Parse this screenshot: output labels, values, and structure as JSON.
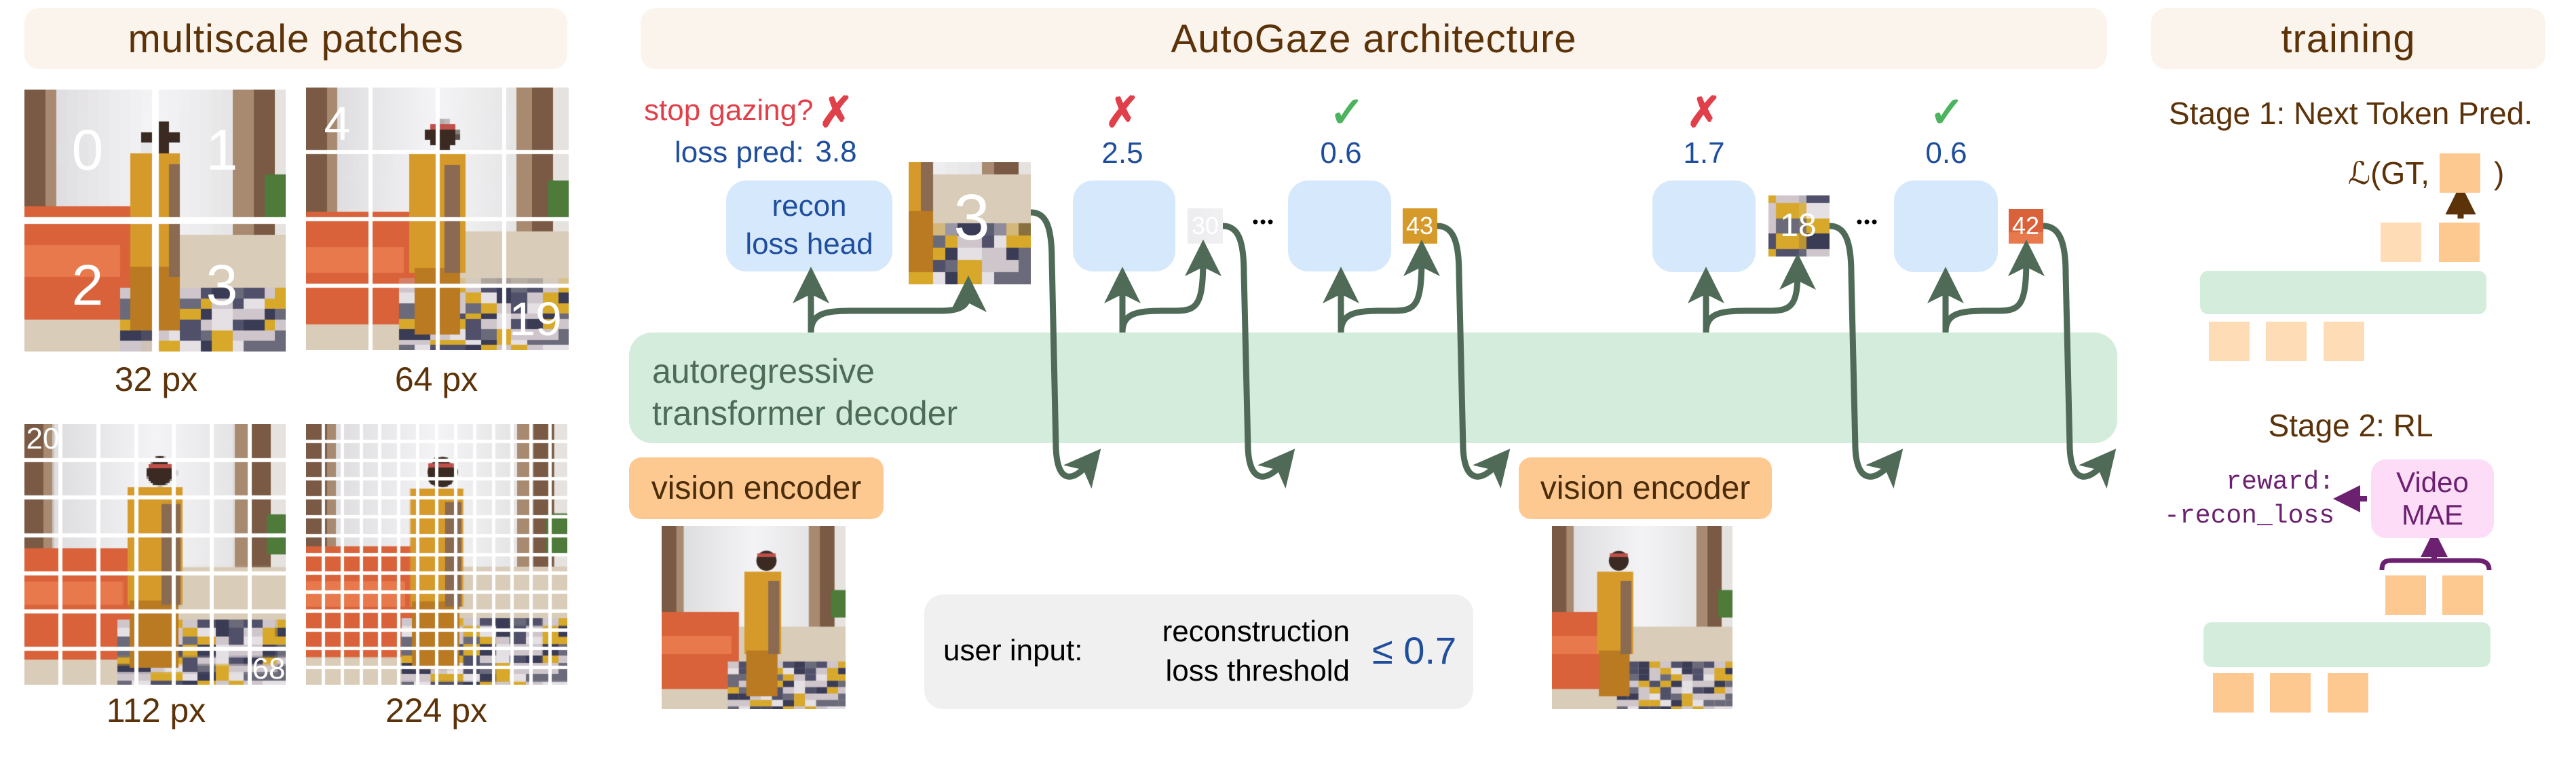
{
  "colors": {
    "header_bg": "#fbf4ec",
    "header_text": "#5c3209",
    "head_box": "#d6e8fc",
    "loss_text": "#1f4e9c",
    "decoder": "#d4ecdc",
    "decoder_text": "#4e6b57",
    "encoder": "#fec891",
    "token_light": "#fedcb6",
    "arrow": "#4f6b57",
    "stop_no": "#e0404a",
    "stop_yes": "#4cb35e",
    "mae_box": "#fcdcf6",
    "mae_text": "#6b2070",
    "user_box": "#f0f0f0"
  },
  "multiscale": {
    "title": "multiscale patches",
    "panels": [
      {
        "label": "32 px",
        "numbers": [
          "0",
          "1",
          "2",
          "3"
        ]
      },
      {
        "label": "64 px",
        "numbers": [
          "4",
          "19"
        ]
      },
      {
        "label": "112 px",
        "numbers": [
          "20",
          "68"
        ]
      },
      {
        "label": "224 px",
        "numbers": []
      }
    ]
  },
  "architecture": {
    "title": "AutoGaze architecture",
    "stop_label": "stop gazing?",
    "loss_label": "loss pred:",
    "steps": [
      {
        "stop": "✗",
        "stop_icon": "cross-icon",
        "loss": "3.8",
        "patch": "3"
      },
      {
        "stop": "✗",
        "stop_icon": "cross-icon",
        "loss": "2.5",
        "patch": "30"
      },
      {
        "stop": "✓",
        "stop_icon": "check-icon",
        "loss": "0.6",
        "patch": "43"
      },
      {
        "stop": "✗",
        "stop_icon": "cross-icon",
        "loss": "1.7",
        "patch": "18"
      },
      {
        "stop": "✓",
        "stop_icon": "check-icon",
        "loss": "0.6",
        "patch": "42"
      }
    ],
    "recon_head": {
      "line1": "recon",
      "line2": "loss head"
    },
    "ellipsis": "•••",
    "decoder": {
      "line1": "autoregressive",
      "line2": "transformer decoder"
    },
    "encoder": "vision encoder",
    "user_input": {
      "label": "user input:",
      "line1": "reconstruction",
      "line2": "loss threshold",
      "threshold": "≤ 0.7"
    }
  },
  "training": {
    "title": "training",
    "stage1": {
      "title": "Stage 1: Next Token Pred.",
      "loss_open": "ℒ(GT,",
      "loss_close": ")"
    },
    "stage2": {
      "title": "Stage 2: RL",
      "reward_line1": "reward:",
      "reward_line2": "-recon_loss",
      "mae_line1": "Video",
      "mae_line2": "MAE"
    }
  }
}
